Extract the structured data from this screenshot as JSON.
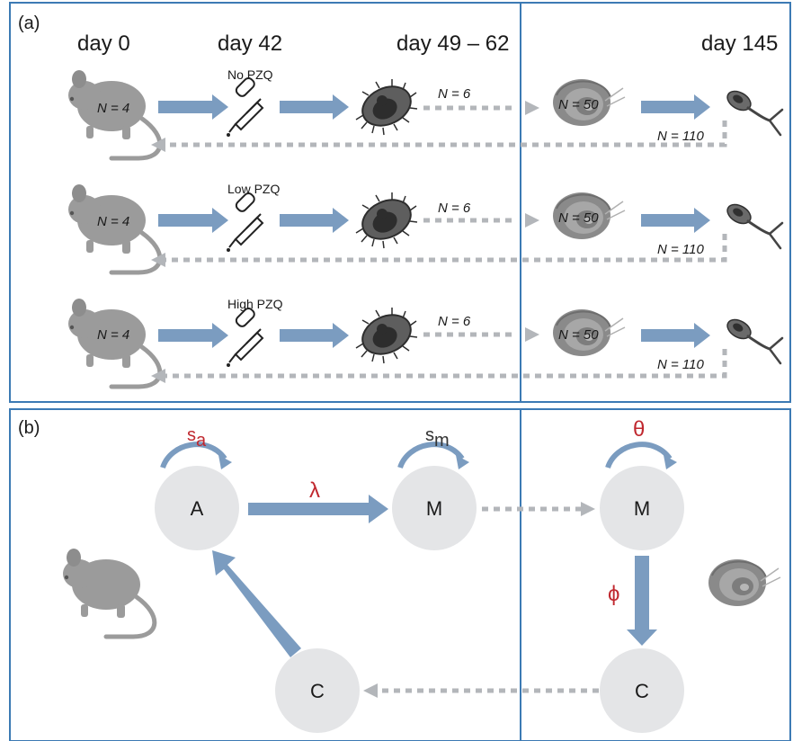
{
  "panel_a": {
    "label": "(a)",
    "days": {
      "d0": "day 0",
      "d42": "day 42",
      "d49": "day 49 – 62",
      "d145": "day 145"
    },
    "rows": [
      {
        "treatment": "No PZQ",
        "mouse_n": "N = 4",
        "transfer_n": "N = 6",
        "snail_n": "N = 50",
        "return_n": "N = 110"
      },
      {
        "treatment": "Low PZQ",
        "mouse_n": "N = 4",
        "transfer_n": "N = 6",
        "snail_n": "N = 50",
        "return_n": "N = 110"
      },
      {
        "treatment": "High PZQ",
        "mouse_n": "N = 4",
        "transfer_n": "N = 6",
        "snail_n": "N = 50",
        "return_n": "N = 110"
      }
    ]
  },
  "panel_b": {
    "label": "(b)",
    "nodes": {
      "adult": "A",
      "miracidia_host": "M",
      "miracidia_snail": "M",
      "cercariae_snail": "C",
      "cercariae_host": "C"
    },
    "params": {
      "s_a_base": "s",
      "s_a_sub": "a",
      "s_m_base": "s",
      "s_m_sub": "m",
      "lambda": "λ",
      "theta": "θ",
      "phi": "ϕ"
    }
  },
  "colors": {
    "arrow": "#7b9cc0",
    "dotted": "#b3b6ba",
    "border": "#3c7ab4",
    "node_fill": "#e4e5e7",
    "param_red": "#c0282f",
    "mouse": "#9b9b9b"
  }
}
